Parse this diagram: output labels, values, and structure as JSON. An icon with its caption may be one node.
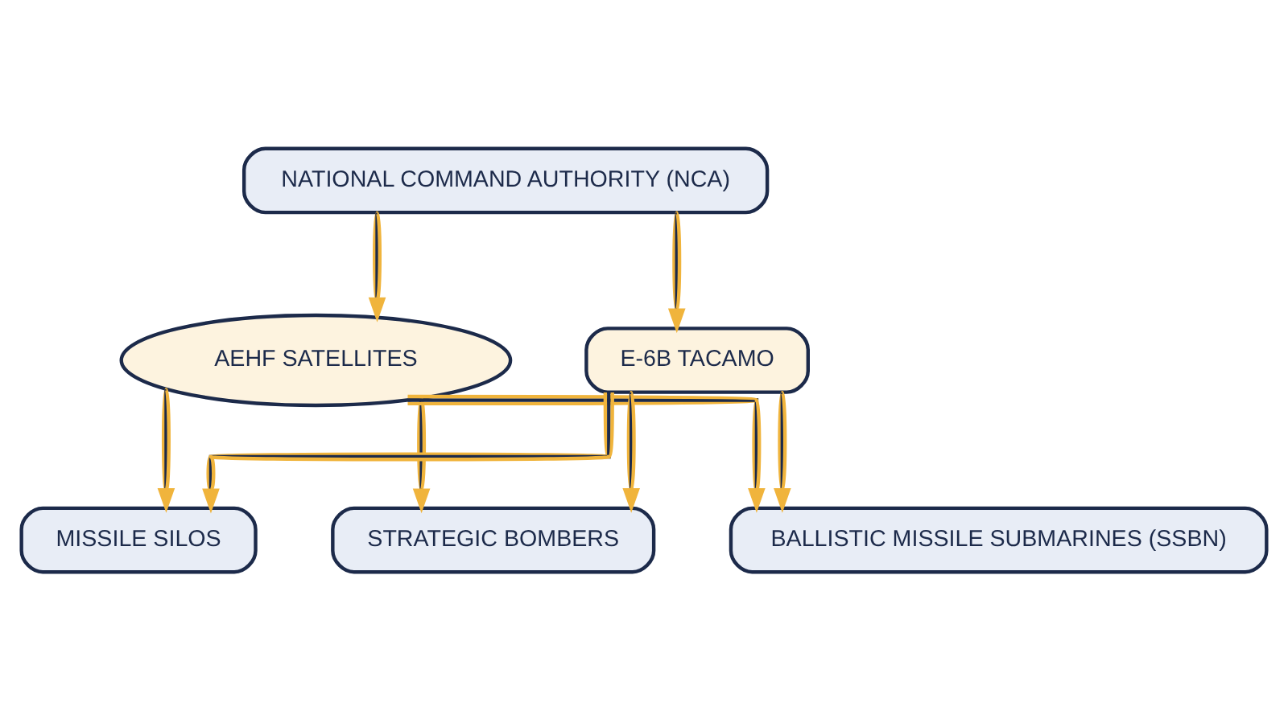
{
  "diagram": {
    "nodes": [
      {
        "text": [
          "NATIONAL COMMAND AUTHORITY (NCA)"
        ]
      },
      {
        "text": [
          "AEHF SATELLITES"
        ]
      },
      {
        "text": [
          "E-6B TACAMO"
        ]
      },
      {
        "text": [
          "MISSILE SILOS"
        ]
      },
      {
        "text": [
          "STRATEGIC BOMBERS"
        ]
      },
      {
        "text": [
          "BALLISTIC MISSILE SUBMARINES (SSBN)"
        ]
      }
    ],
    "edges": [
      {
        "from": 0,
        "to": 1,
        "arrow": "to"
      },
      {
        "from": 0,
        "to": 2,
        "arrow": "to"
      },
      {
        "from": 1,
        "to": 3,
        "arrow": "to"
      },
      {
        "from": 1,
        "to": 4,
        "arrow": "to"
      },
      {
        "from": 1,
        "to": 5,
        "arrow": "to"
      },
      {
        "from": 2,
        "to": 3,
        "arrow": "to"
      },
      {
        "from": 2,
        "to": 4,
        "arrow": "to"
      },
      {
        "from": 2,
        "to": 5,
        "arrow": "to"
      }
    ]
  }
}
